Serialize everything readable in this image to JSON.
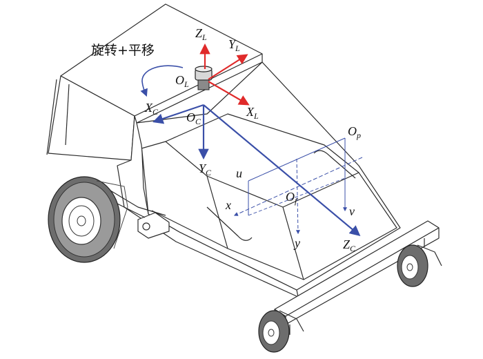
{
  "caption": "旋转+平移",
  "colors": {
    "lidar_axes": "#e02a2a",
    "camera_axes": "#3a4fa8",
    "thin_axes": "#3a4fa8",
    "outline": "#2b2b2b"
  },
  "lidar_frame": {
    "origin": "O",
    "origin_sub": "L",
    "z": "Z",
    "z_sub": "L",
    "y": "Y",
    "y_sub": "L",
    "x": "X",
    "x_sub": "L"
  },
  "camera_frame": {
    "origin": "O",
    "origin_sub": "C",
    "x": "X",
    "x_sub": "C",
    "y": "Y",
    "y_sub": "C",
    "z": "Z",
    "z_sub": "C"
  },
  "image_frame": {
    "origin": "O",
    "origin_sub": "p",
    "u": "u",
    "v": "v"
  },
  "focal_frame": {
    "origin": "O",
    "origin_sub": "f",
    "x": "x",
    "y": "y"
  }
}
